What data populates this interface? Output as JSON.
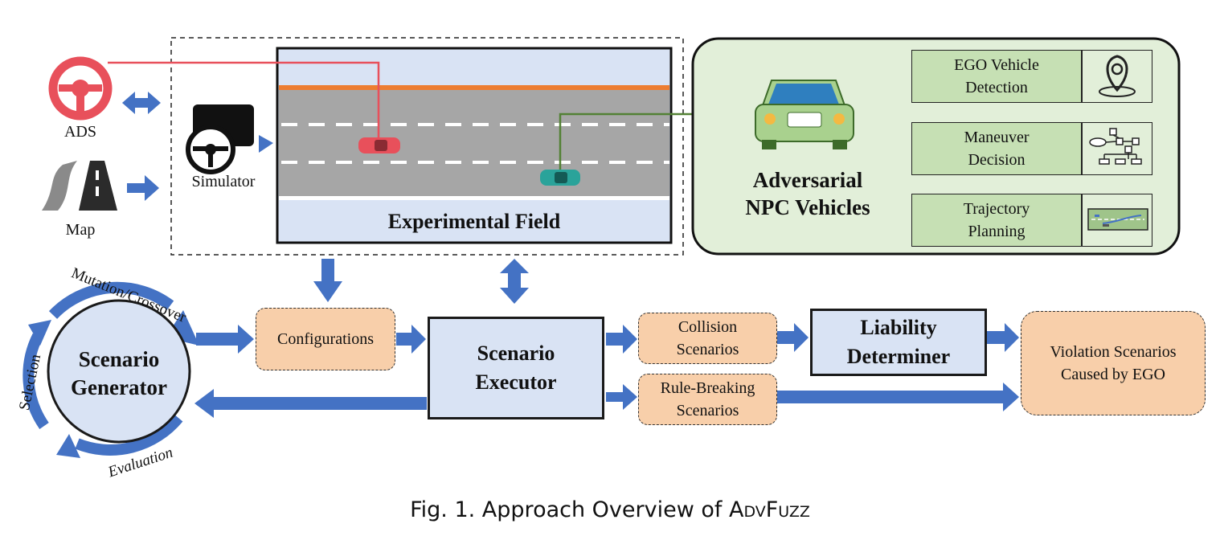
{
  "inputs": {
    "ads_label": "ADS",
    "map_label": "Map",
    "simulator_label": "Simulator"
  },
  "field": {
    "title": "Experimental Field"
  },
  "npc": {
    "title_line1": "Adversarial",
    "title_line2": "NPC Vehicles",
    "modules": [
      {
        "line1": "EGO Vehicle",
        "line2": "Detection",
        "icon": "location-pin-icon"
      },
      {
        "line1": "Maneuver",
        "line2": "Decision",
        "icon": "decision-tree-icon"
      },
      {
        "line1": "Trajectory",
        "line2": "Planning",
        "icon": "trajectory-icon"
      }
    ]
  },
  "generator": {
    "title_line1": "Scenario",
    "title_line2": "Generator",
    "mutation_label": "Mutation/Crossover",
    "selection_label": "Selection",
    "evaluation_label": "Evaluation"
  },
  "pipeline": {
    "configurations": "Configurations",
    "executor_line1": "Scenario",
    "executor_line2": "Executor",
    "collision_line1": "Collision",
    "collision_line2": "Scenarios",
    "rule_line1": "Rule-Breaking",
    "rule_line2": "Scenarios",
    "liability_line1": "Liability",
    "liability_line2": "Determiner",
    "violation_line1": "Violation Scenarios",
    "violation_line2": "Caused by EGO"
  },
  "caption": {
    "prefix": "Fig. 1.  Approach Overview of ",
    "name": "AdvFuzz"
  },
  "colors": {
    "arrow": "#4472c4",
    "ego_car": "#e8505b",
    "npc_car": "#2aa39a",
    "npc_line": "#538135",
    "ads_line": "#e8505b",
    "field_bg": "#d9e3f4",
    "road": "#a6a6a6",
    "road_edge": "#ed7d31"
  }
}
